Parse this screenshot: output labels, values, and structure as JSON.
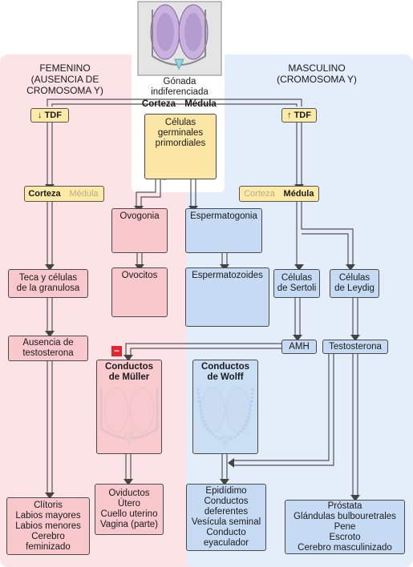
{
  "femenino": {
    "title": "FEMENINO\n(AUSENCIA DE\nCROMOSOMA Y)"
  },
  "masculino": {
    "title": "MASCULINO\n(CROMOSOMA Y)"
  },
  "gonada": {
    "label": "Gónada\nindiferenciada",
    "corteza": "Corteza",
    "medula": "Médula"
  },
  "tdf_f": "↓ TDF",
  "tdf_m": "↑ TDF",
  "celulas_germinales": "Células\ngerminales\nprimordiales",
  "corteza_tag_f": {
    "corteza": "Corteza",
    "medula": "Médula"
  },
  "medula_tag_m": {
    "corteza": "Corteza",
    "medula": "Médula"
  },
  "ovogonia": "Ovogonia",
  "ovocitos": "Ovocitos",
  "espermatogonia": "Espermatogonia",
  "espermatozoides": "Espermatozoides",
  "teca": "Teca y células\nde la granulosa",
  "sertoli": "Células\nde Sertoli",
  "leydig": "Células\nde Leydig",
  "ausencia": "Ausencia de\ntestosterona",
  "amh": "AMH",
  "testosterona": "Testosterona",
  "inhibit_symbol": "−",
  "muller": "Conductos\nde Müller",
  "wolff": "Conductos\nde Wolff",
  "fem_external": "Clítoris\nLabios mayores\nLabios menores\nCerebro\nfeminizado",
  "oviductos": "Oviductos\nÚtero\nCuello uterino\nVagina (parte)",
  "epididimo": "Epidídimo\nConductos\ndeferentes\nVesícula seminal\nConducto\neyaculador",
  "prostata": "Próstata\nGlándulas bulbouretrales\nPene\nEscroto\nCerebro masculinizado"
}
